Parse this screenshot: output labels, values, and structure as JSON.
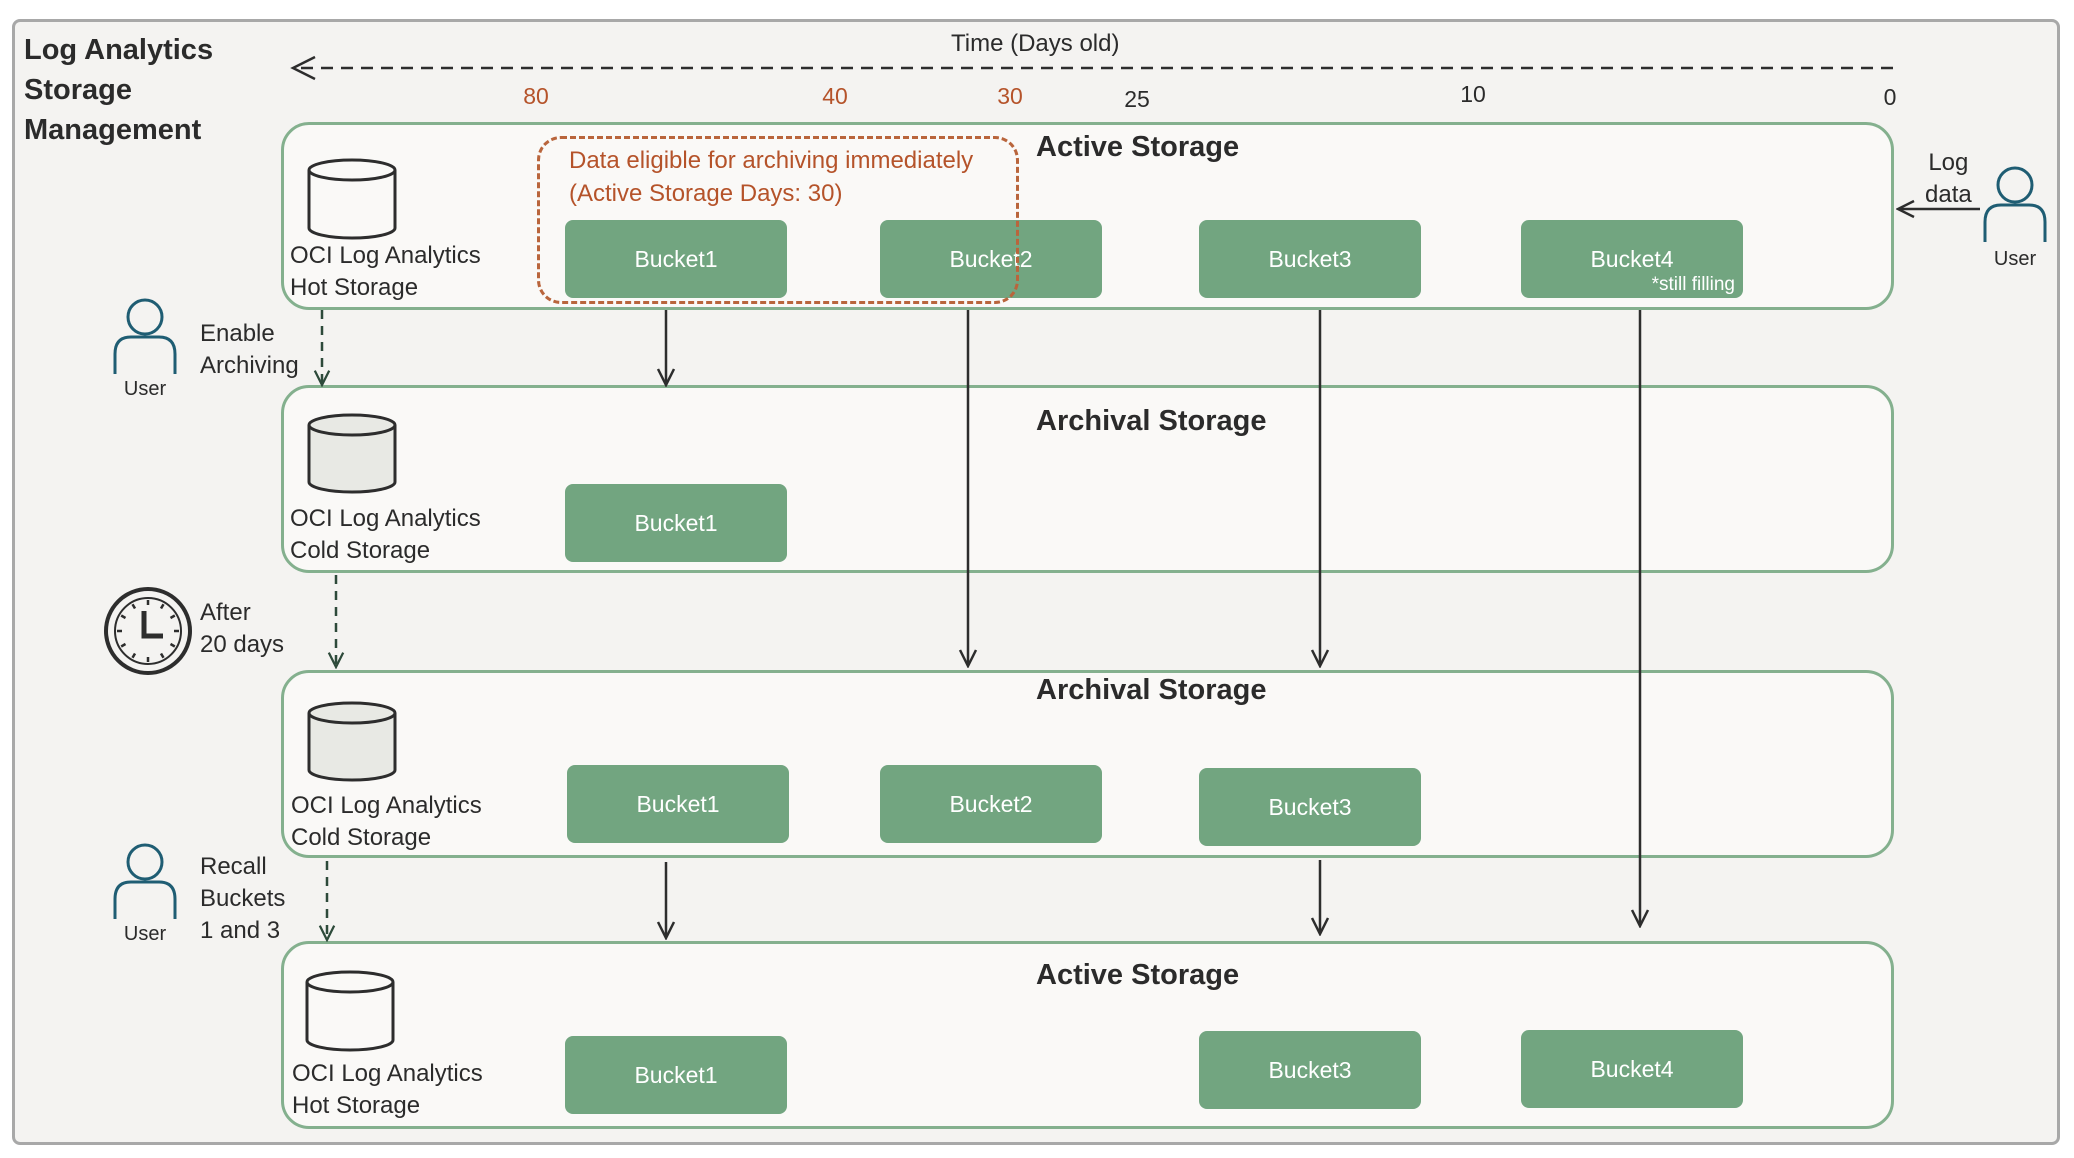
{
  "title": {
    "line1": "Log Analytics",
    "line2": "Storage",
    "line3": "Management"
  },
  "timeline": {
    "label": "Time (Days old)",
    "ticks": [
      {
        "text": "80",
        "color": "#b5532a"
      },
      {
        "text": "40",
        "color": "#b5532a"
      },
      {
        "text": "30",
        "color": "#b5532a"
      },
      {
        "text": "25",
        "color": "#2b2b2b"
      },
      {
        "text": "10",
        "color": "#2b2b2b"
      },
      {
        "text": "0",
        "color": "#2b2b2b"
      }
    ]
  },
  "eligible": {
    "line1": "Data eligible for archiving immediately",
    "line2": "(Active Storage Days: 30)"
  },
  "panels": [
    {
      "title": "Active Storage",
      "store": {
        "line1": "OCI Log Analytics",
        "line2": "Hot Storage",
        "icon": "hot-storage-database-icon"
      },
      "buckets": [
        {
          "label": "Bucket1"
        },
        {
          "label": "Bucket2"
        },
        {
          "label": "Bucket3"
        },
        {
          "label": "Bucket4",
          "note": "*still filling"
        }
      ]
    },
    {
      "title": "Archival Storage",
      "store": {
        "line1": "OCI Log Analytics",
        "line2": "Cold Storage",
        "icon": "cold-storage-database-icon"
      },
      "buckets": [
        {
          "label": "Bucket1"
        }
      ]
    },
    {
      "title": "Archival Storage",
      "store": {
        "line1": "OCI Log Analytics",
        "line2": "Cold Storage",
        "icon": "cold-storage-database-icon"
      },
      "buckets": [
        {
          "label": "Bucket1"
        },
        {
          "label": "Bucket2"
        },
        {
          "label": "Bucket3"
        }
      ]
    },
    {
      "title": "Active Storage",
      "store": {
        "line1": "OCI Log Analytics",
        "line2": "Hot Storage",
        "icon": "hot-storage-database-icon"
      },
      "buckets": [
        {
          "label": "Bucket1"
        },
        {
          "label": "Bucket3"
        },
        {
          "label": "Bucket4"
        }
      ]
    }
  ],
  "log_input": {
    "line1": "Log",
    "line2": "data",
    "user": "User"
  },
  "steps": [
    {
      "line1": "Enable",
      "line2": "Archiving",
      "user": "User",
      "icon": "user-icon"
    },
    {
      "line1": "After",
      "line2": "20 days",
      "icon": "clock-icon"
    },
    {
      "line1": "Recall",
      "line2": "Buckets",
      "line3": "1 and 3",
      "user": "User",
      "icon": "user-icon"
    }
  ],
  "colors": {
    "bucket": "#72a580",
    "panel_border": "#84b08e",
    "accent": "#b5532a",
    "icon": "#1f5d73"
  }
}
